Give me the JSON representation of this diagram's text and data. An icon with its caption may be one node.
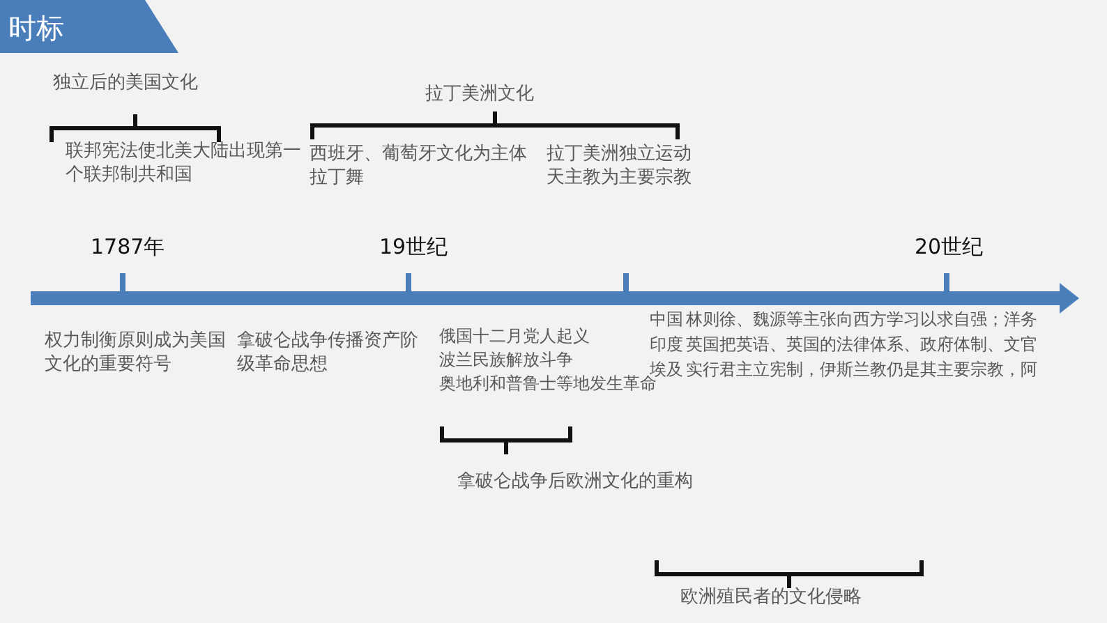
{
  "diagram": {
    "title": "时标",
    "labels": [
      "独立后的美国文化",
      "拉丁美洲文化",
      "联邦宪法使北美大陆出现第一个联邦制共和国",
      "西班牙、葡萄牙文化为主体",
      "拉丁美洲独立运动",
      "拉丁舞",
      "天主教为主要宗教",
      "1787年",
      "19世纪",
      "20世纪",
      "权力制衡原则成为美国文化的重要符号",
      "拿破仑战争传播资产阶级革命思想",
      "俄国十二月党人起义",
      "波兰民族解放斗争",
      "奥地利和普鲁士等地发生革命",
      "中国",
      "林则徐、魏源等主张向西方学习以求自强；洋务",
      "印度",
      "英国把英语、英国的法律体系、政府体制、文官",
      "埃及",
      "实行君主立宪制，伊斯兰教仍是其主要宗教，阿",
      "拿破仑战争后欧洲文化的重构",
      "欧洲殖民者的文化侵略"
    ]
  }
}
